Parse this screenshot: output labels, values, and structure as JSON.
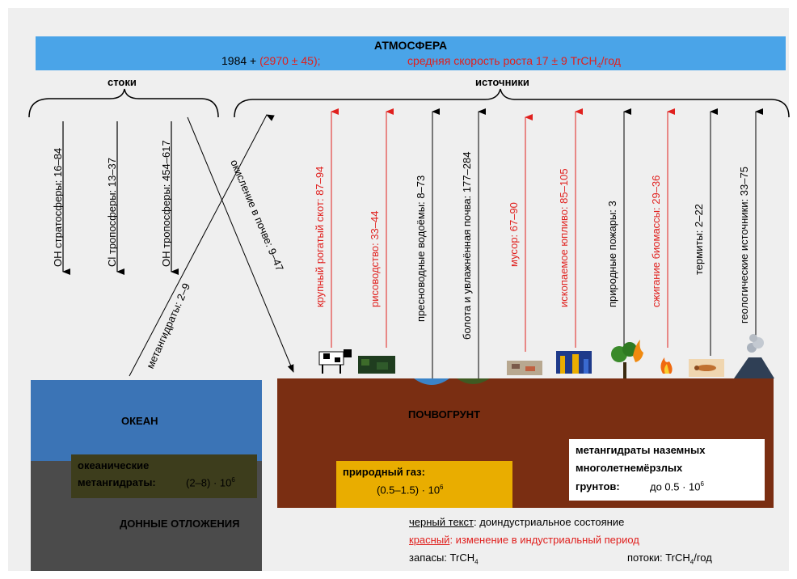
{
  "atmosphere": {
    "title": "АТМОСФЕРА",
    "amount_prefix": "1984 + ",
    "amount_change": "(2970 ± 45);",
    "growth_prefix": "средняя скорость роста 17 ± 9 TrCH",
    "growth_sub": "4",
    "growth_suffix": "/год"
  },
  "groups": {
    "sinks": "стоки",
    "sources": "источники"
  },
  "sinks": [
    {
      "label": "OH стратосферы: 16–84"
    },
    {
      "label": "Cl тропосферы: 13–37"
    },
    {
      "label": "OH тропосферы: 454–617"
    }
  ],
  "cross_flows": {
    "hydrates": "метангидраты: 2–9",
    "soil_oxidation": "окисление в почве: 9–47"
  },
  "sources": [
    {
      "label": "крупный рогатый скот: 87–94",
      "color": "#e0201e",
      "icon": "cow-icon"
    },
    {
      "label": "рисоводство: 33–44",
      "color": "#e0201e",
      "icon": "rice-field-icon"
    },
    {
      "label": "пресноводные водоёмы: 8–73",
      "color": "#000000",
      "icon": "lake-icon"
    },
    {
      "label": "болота и увлажнённая почва: 177–284",
      "color": "#000000",
      "icon": "wetland-icon"
    },
    {
      "label": "мусор: 67–90",
      "color": "#e0201e",
      "icon": "landfill-icon"
    },
    {
      "label": "ископаемое юпливо: 85–105",
      "color": "#e0201e",
      "icon": "refinery-icon"
    },
    {
      "label": "природные пожары: 3",
      "color": "#000000",
      "icon": "wildfire-icon"
    },
    {
      "label": "сжигание биомассы: 29–36",
      "color": "#e0201e",
      "icon": "flame-icon"
    },
    {
      "label": "термиты: 2–22",
      "color": "#000000",
      "icon": "termite-icon"
    },
    {
      "label": "геологические источники: 33–75",
      "color": "#000000",
      "icon": "volcano-icon"
    }
  ],
  "ocean": {
    "label": "ОКЕАН",
    "hydrates_line1": "океанические",
    "hydrates_line2": "метангидраты:",
    "hydrates_value": "(2–8) · 10",
    "hydrates_exp": "6",
    "sediments": "ДОННЫЕ ОТЛОЖЕНИЯ"
  },
  "soil": {
    "label": "ПОЧВОГРУНТ",
    "gas_title": "природный газ:",
    "gas_value": "(0.5–1.5) · 10",
    "gas_exp": "6",
    "permafrost_line1": "метангидраты наземных",
    "permafrost_line2": "многолетнемёрзлых",
    "permafrost_line3": "грунтов:",
    "permafrost_value": "до 0.5 · 10",
    "permafrost_exp": "6"
  },
  "legend": {
    "black_key": "черный текст",
    "black_desc": ": доиндустриальное состояние",
    "red_key": "красный",
    "red_desc": ": изменение в индустриальный период",
    "stocks_prefix": "запасы: TrCH",
    "stocks_sub": "4",
    "flows_prefix": "потоки: TrCH",
    "flows_sub": "4",
    "flows_suffix": "/год"
  },
  "colors": {
    "atmosphere": "#4aa4e8",
    "ocean": "#3b74b6",
    "sediment": "#4b4b4b",
    "soil": "#7a2e12",
    "gas": "#e9ad00",
    "hydrate_box": "#3d3d1c",
    "red": "#e0201e"
  }
}
